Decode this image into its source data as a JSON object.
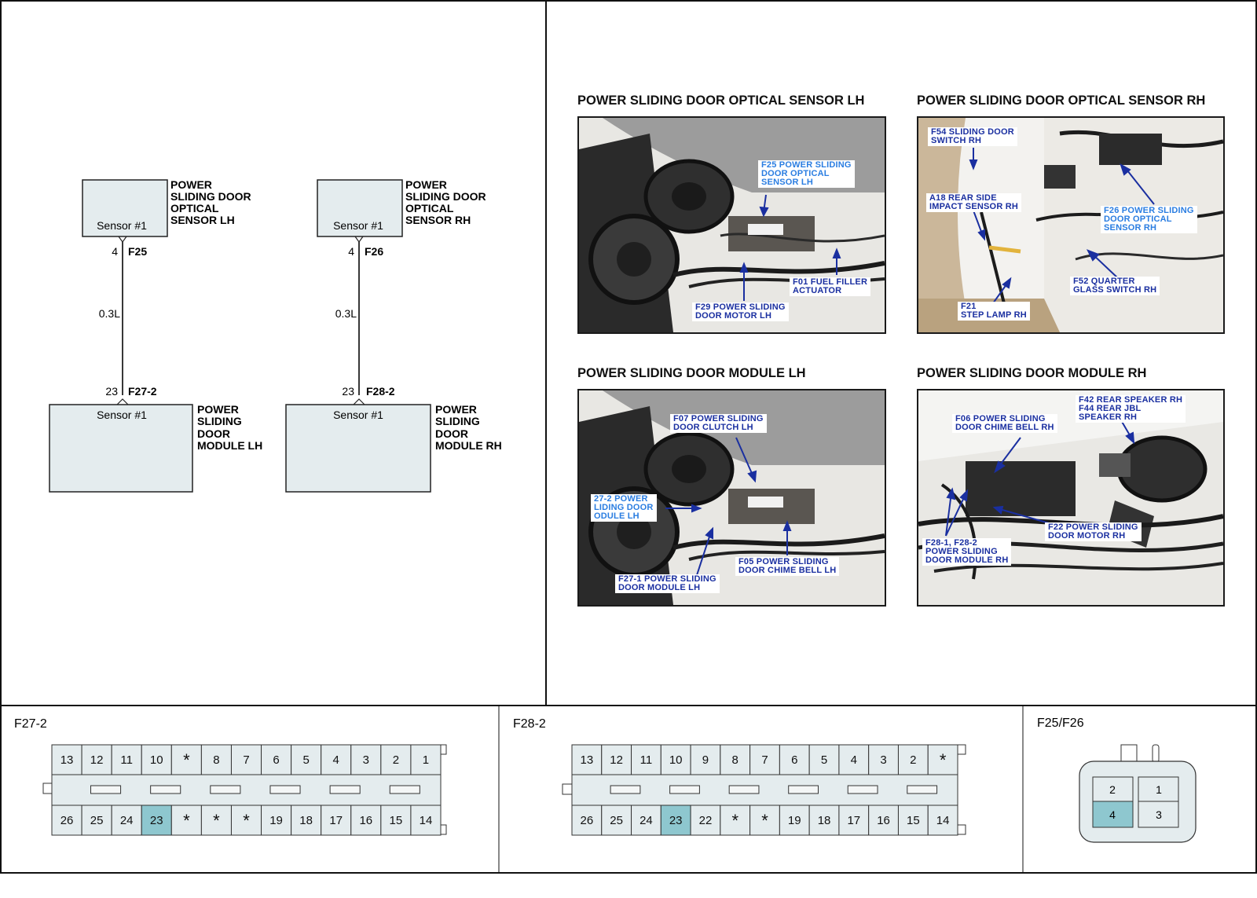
{
  "schematic": {
    "lh": {
      "sensor_box_label": "Sensor #1",
      "sensor_name_lines": [
        "POWER",
        "SLIDING DOOR",
        "OPTICAL",
        "SENSOR LH"
      ],
      "sensor_pin": "4",
      "sensor_connector": "F25",
      "wire": "0.3L",
      "module_pin": "23",
      "module_connector": "F27-2",
      "module_box_label": "Sensor #1",
      "module_name_lines": [
        "POWER",
        "SLIDING",
        "DOOR",
        "MODULE LH"
      ]
    },
    "rh": {
      "sensor_box_label": "Sensor #1",
      "sensor_name_lines": [
        "POWER",
        "SLIDING DOOR",
        "OPTICAL",
        "SENSOR RH"
      ],
      "sensor_pin": "4",
      "sensor_connector": "F26",
      "wire": "0.3L",
      "module_pin": "23",
      "module_connector": "F28-2",
      "module_box_label": "Sensor #1",
      "module_name_lines": [
        "POWER",
        "SLIDING",
        "DOOR",
        "MODULE RH"
      ]
    }
  },
  "photos": {
    "optical_lh": {
      "title": "POWER SLIDING DOOR OPTICAL SENSOR LH",
      "callouts": [
        "F25 POWER SLIDING\nDOOR OPTICAL\nSENSOR LH",
        "F01 FUEL FILLER\nACTUATOR",
        "F29 POWER SLIDING\nDOOR MOTOR LH"
      ]
    },
    "optical_rh": {
      "title": "POWER SLIDING DOOR OPTICAL SENSOR RH",
      "callouts": [
        "F54 SLIDING DOOR\nSWITCH RH",
        "A18 REAR SIDE\nIMPACT SENSOR RH",
        "F26 POWER SLIDING\nDOOR OPTICAL\nSENSOR RH",
        "F52 QUARTER\nGLASS SWITCH RH",
        "F21\nSTEP LAMP RH"
      ]
    },
    "module_lh": {
      "title": "POWER SLIDING DOOR MODULE LH",
      "callouts": [
        "F07 POWER SLIDING\nDOOR CLUTCH LH",
        "27-2 POWER\nLIDING DOOR\nODULE LH",
        "F05 POWER SLIDING\nDOOR CHIME BELL LH",
        "F27-1 POWER SLIDING\nDOOR MODULE LH"
      ]
    },
    "module_rh": {
      "title": "POWER SLIDING DOOR MODULE RH",
      "callouts": [
        "F42 REAR SPEAKER RH\nF44 REAR JBL\nSPEAKER RH",
        "F06 POWER SLIDING\nDOOR CHIME BELL RH",
        "F28-1, F28-2\nPOWER SLIDING\nDOOR MODULE RH",
        "F22 POWER SLIDING\nDOOR MOTOR RH"
      ]
    }
  },
  "connectors": {
    "f27_2": {
      "title": "F27-2",
      "top_row": [
        "13",
        "12",
        "11",
        "10",
        "*",
        "8",
        "7",
        "6",
        "5",
        "4",
        "3",
        "2",
        "1"
      ],
      "bottom_row": [
        "26",
        "25",
        "24",
        "23",
        "*",
        "*",
        "*",
        "19",
        "18",
        "17",
        "16",
        "15",
        "14"
      ],
      "highlight": "23"
    },
    "f28_2": {
      "title": "F28-2",
      "top_row": [
        "13",
        "12",
        "11",
        "10",
        "9",
        "8",
        "7",
        "6",
        "5",
        "4",
        "3",
        "2",
        "*"
      ],
      "bottom_row": [
        "26",
        "25",
        "24",
        "23",
        "22",
        "*",
        "*",
        "19",
        "18",
        "17",
        "16",
        "15",
        "14"
      ],
      "highlight": "23"
    },
    "f25_f26": {
      "title": "F25/F26",
      "pins": [
        "2",
        "1",
        "4",
        "3"
      ],
      "highlight": "4"
    }
  },
  "colors": {
    "box_fill": "#e4ecee",
    "pin_highlight": "#8ec7cf",
    "callout_text": "#1a2fa0",
    "callout_text_alt": "#2a7de1"
  }
}
